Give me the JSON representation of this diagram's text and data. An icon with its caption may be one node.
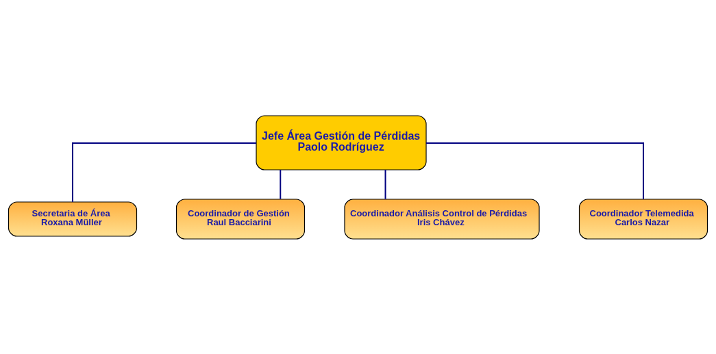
{
  "diagram": {
    "nodes": [
      {
        "text": [
          "Jefe Área Gestión de Pérdidas",
          "Paolo Rodríguez"
        ]
      },
      {
        "text": [
          "Secretaria de Área",
          "Roxana Müller"
        ]
      },
      {
        "text": [
          "Coordinador de Gestión",
          "Raul Bacciarini"
        ]
      },
      {
        "text": [
          "Coordinador Análisis Control de Pérdidas",
          "Iris Chávez"
        ]
      },
      {
        "text": [
          "Coordinador Telemedida",
          "Carlos Nazar"
        ]
      }
    ],
    "edges": [
      {
        "from": 0,
        "to": 1,
        "arrow": "none"
      },
      {
        "from": 0,
        "to": 2,
        "arrow": "none"
      },
      {
        "from": 0,
        "to": 3,
        "arrow": "none"
      },
      {
        "from": 0,
        "to": 4,
        "arrow": "none"
      }
    ]
  }
}
